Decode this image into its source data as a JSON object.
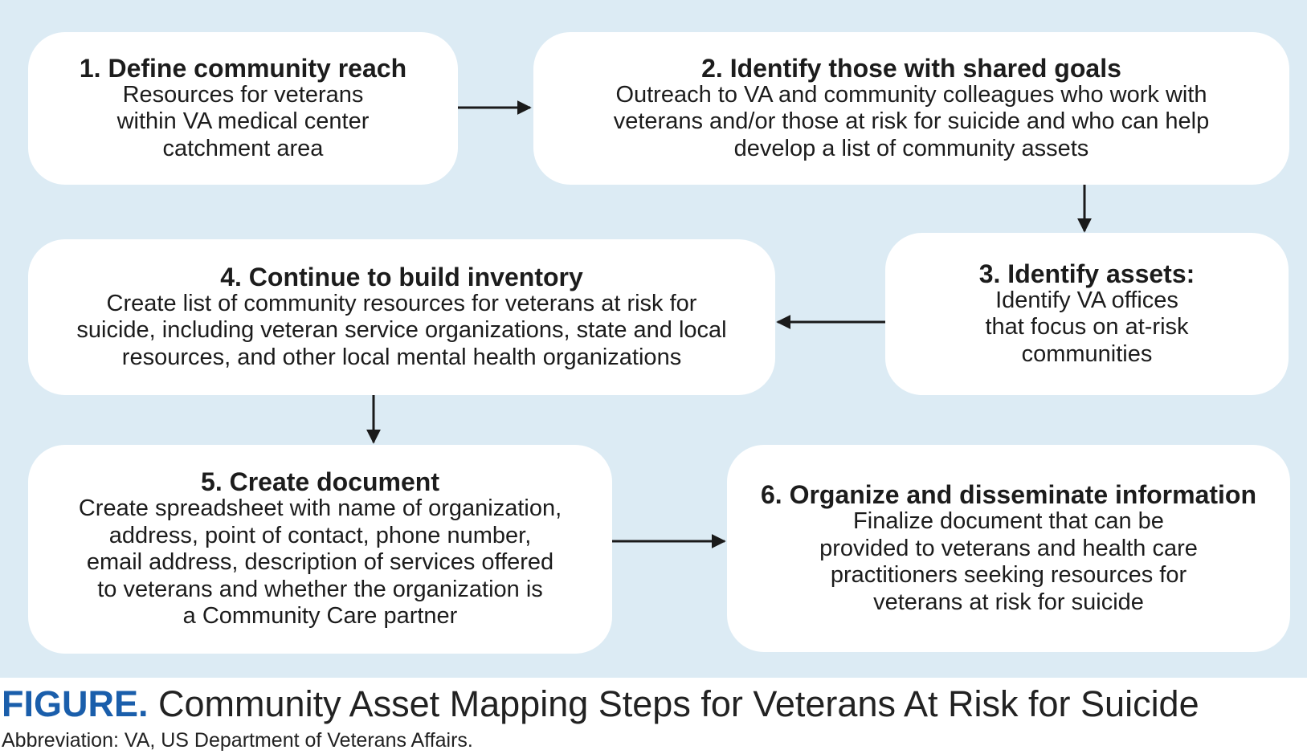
{
  "steps": [
    {
      "title": "1. Define community reach",
      "body": "Resources for veterans\nwithin VA medical center\ncatchment area"
    },
    {
      "title": "2. Identify those with shared goals",
      "body": "Outreach to VA and community colleagues who work with\nveterans and/or those at risk for suicide and who can help\ndevelop a list of community assets"
    },
    {
      "title": "3. Identify assets:",
      "body": "Identify VA offices\nthat focus on at-risk\ncommunities"
    },
    {
      "title": "4. Continue to build inventory",
      "body": "Create list of community resources for veterans at risk for\nsuicide, including veteran service organizations, state and local\nresources, and other local mental health organizations"
    },
    {
      "title": "5. Create document",
      "body": "Create spreadsheet with name of organization,\naddress, point of contact, phone number,\nemail address, description of services offered\nto veterans and whether the organization is\na Community Care partner"
    },
    {
      "title": "6. Organize and disseminate information",
      "body": "Finalize document that can be\nprovided to veterans and health care\npractitioners seeking resources for\nveterans at risk for suicide"
    }
  ],
  "caption": {
    "label": "FIGURE.",
    "text": " Community Asset Mapping Steps for Veterans At Risk for Suicide",
    "label_color": "#1a5eab"
  },
  "abbreviation": "Abbreviation: VA, US Department of Veterans Affairs.",
  "colors": {
    "panel_background": "#dcebf4",
    "box_background": "#ffffff",
    "arrow": "#1a1a1a"
  }
}
